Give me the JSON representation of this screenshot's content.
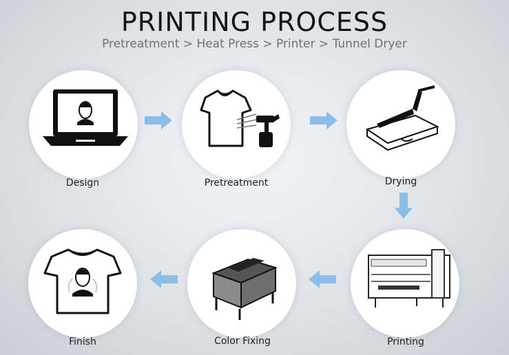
{
  "title": "PRINTING PROCESS",
  "subtitle": "Pretreatment > Heat Press > Printer > Tunnel Dryer",
  "steps": [
    {
      "label": "Design",
      "icon": "laptop-icon"
    },
    {
      "label": "Pretreatment",
      "icon": "tshirt-spray-gun-icon"
    },
    {
      "label": "Drying",
      "icon": "heat-press-icon"
    },
    {
      "label": "Printing",
      "icon": "printer-machine-icon"
    },
    {
      "label": "Color Fixing",
      "icon": "tunnel-dryer-icon"
    },
    {
      "label": "Finish",
      "icon": "printed-tshirt-icon"
    }
  ],
  "colors": {
    "arrow": "#8bbde6",
    "title": "#151515",
    "subtitle": "#707070"
  }
}
